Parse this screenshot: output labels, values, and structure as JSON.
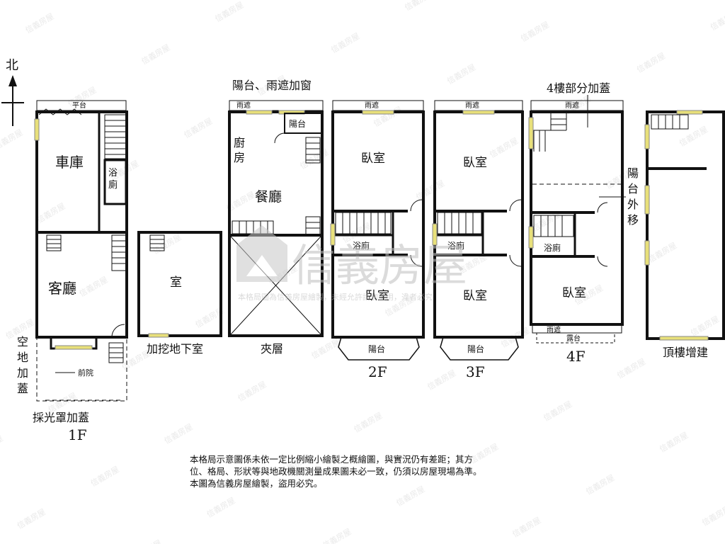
{
  "compass": {
    "north": "北"
  },
  "floor1": {
    "caption": "1F",
    "platform": "平台",
    "garage": "車庫",
    "bath": [
      "浴",
      "廁"
    ],
    "living": "客廳",
    "front_yard": "前院",
    "open_space_addon": [
      "空",
      "地",
      "加",
      "蓋"
    ],
    "skylight_addon": "採光罩加蓋"
  },
  "basement": {
    "caption": "加挖地下室",
    "room": "室"
  },
  "mezzanine": {
    "caption": "夾層",
    "top_note": "陽台、雨遮加窗",
    "canopy": "雨遮",
    "balcony": "陽台",
    "kitchen": [
      "廚",
      "房"
    ],
    "dining": "餐廳"
  },
  "floor2": {
    "caption": "2F",
    "canopy": "雨遮",
    "bedroom_top": "臥室",
    "bath": "浴廁",
    "bedroom_bottom": "臥室",
    "balcony": "陽台"
  },
  "floor3": {
    "caption": "3F",
    "canopy": "雨遮",
    "bedroom_top": "臥室",
    "bath": "浴廁",
    "bedroom_bottom": "臥室",
    "balcony": "陽台"
  },
  "floor4": {
    "caption": "4F",
    "top_note": "4樓部分加蓋",
    "canopy_top": "雨遮",
    "balcony_moved": [
      "陽",
      "台",
      "外",
      "移"
    ],
    "bath": "浴廁",
    "bedroom": "臥室",
    "canopy_bottom": "雨遮",
    "dew_platform": "露台"
  },
  "rooftop": {
    "caption": "頂樓增建"
  },
  "watermark": {
    "brand": "信義房屋",
    "note": "本格局圖為信義房屋繪製，未經允許請勿盜用，違者必究"
  },
  "disclaimer": {
    "lines": [
      "本格局示意圖係未依一定比例縮小繪製之概繪圖，與實況仍有差距；其方",
      "位、格局、形狀等與地政機關測量成果圖未必一致，仍須以房屋現場為準。",
      "本圖為信義房屋繪製，盜用必究。"
    ]
  },
  "colors": {
    "wall": "#111111",
    "window": "#e8e07a",
    "watermark": "#cfcfcf"
  }
}
